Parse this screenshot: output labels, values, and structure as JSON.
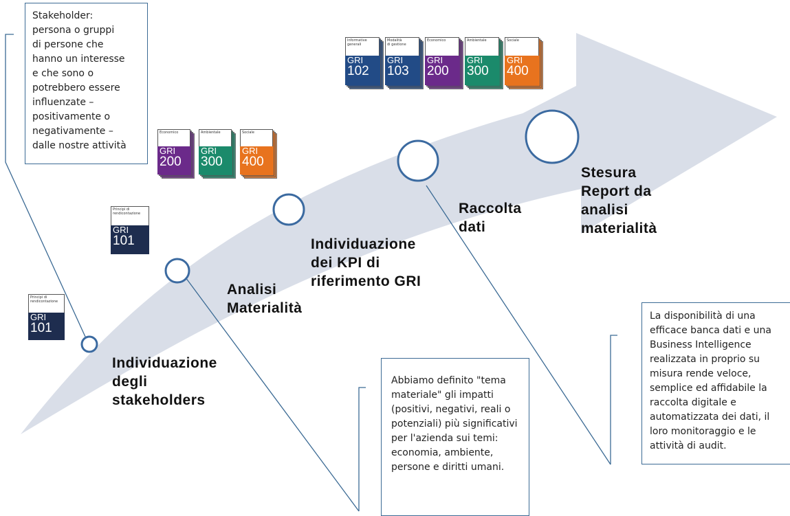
{
  "colors": {
    "arrow": "#d9dee8",
    "circle_stroke": "#3b6aa0",
    "connector": "#3b6a94",
    "gri_navy": "#1e2d4f",
    "gri_blue": "#224b86",
    "gri_purple": "#6b2a8a",
    "gri_green": "#1b8a6b",
    "gri_orange": "#e8731e"
  },
  "stakeholder_box": {
    "text": "Stakeholder:\npersona o gruppi\ndi persone che\nhanno un interesse\ne che sono o\npotrebbero essere\ninfluenzate –\npositivamente o\nnegativamente –\ndalle nostre attività"
  },
  "tema_box": {
    "text": "Abbiamo definito \"tema materiale\" gli impatti (positivi, negativi, reali o potenziali) più significativi per l'azienda sui temi: economia, ambiente, persone e diritti umani."
  },
  "raccolta_box": {
    "text": "La disponibilità di una efficace banca dati e una Business Intelligence realizzata in proprio su misura rende veloce, semplice ed affidabile la raccolta digitale e automatizzata dei dati, il loro monitoraggio e le attività di audit."
  },
  "steps": [
    {
      "label": "Individuazione\ndegli\nstakeholders"
    },
    {
      "label": "Analisi\nMaterialità"
    },
    {
      "label": "Individuazione\ndei KPI di\nriferimento GRI"
    },
    {
      "label": "Raccolta\ndati"
    },
    {
      "label": "Stesura\nReport da\nanalisi\nmaterialità"
    }
  ],
  "gri_books": {
    "row1": [
      {
        "category": "Principi di\nrendicontazione",
        "gri": "GRI",
        "number": "101",
        "color": "#1e2d4f"
      },
      {
        "category": "Principi di\nrendicontazione",
        "gri": "GRI",
        "number": "101",
        "color": "#1e2d4f"
      }
    ],
    "row2": [
      {
        "category": "Economico",
        "gri": "GRI",
        "number": "200",
        "color": "#6b2a8a"
      },
      {
        "category": "Ambientale",
        "gri": "GRI",
        "number": "300",
        "color": "#1b8a6b"
      },
      {
        "category": "Sociale",
        "gri": "GRI",
        "number": "400",
        "color": "#e8731e"
      }
    ],
    "row3": [
      {
        "category": "Informative\ngenerali",
        "gri": "GRI",
        "number": "102",
        "color": "#224b86"
      },
      {
        "category": "Modalità\ndi gestione",
        "gri": "GRI",
        "number": "103",
        "color": "#224b86"
      },
      {
        "category": "Economico",
        "gri": "GRI",
        "number": "200",
        "color": "#6b2a8a"
      },
      {
        "category": "Ambientale",
        "gri": "GRI",
        "number": "300",
        "color": "#1b8a6b"
      },
      {
        "category": "Sociale",
        "gri": "GRI",
        "number": "400",
        "color": "#e8731e"
      }
    ]
  }
}
